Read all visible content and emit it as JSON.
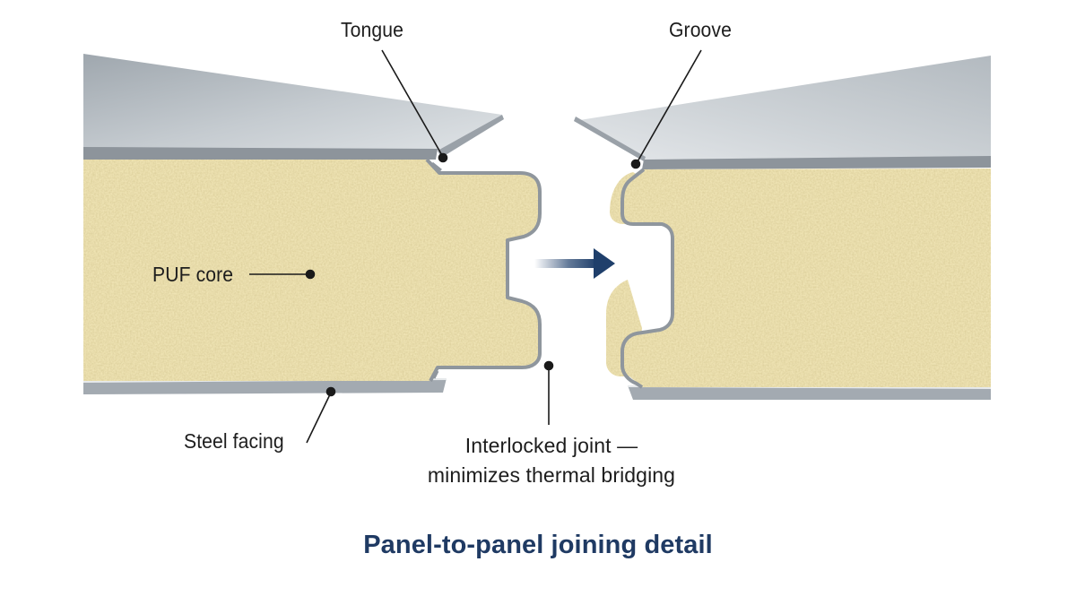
{
  "labels": {
    "tongue": "Tongue",
    "groove": "Groove",
    "core": "PUF core",
    "facing": "Steel facing",
    "joint_line1": "Interlocked joint —",
    "joint_line2": "minimizes thermal bridging"
  },
  "caption": "Panel-to-panel joining detail",
  "colors": {
    "foam": "#efe4b4",
    "steel_top": "#b8bec4",
    "steel_edge": "#8f969d",
    "arrow": "#1f3f6b",
    "caption": "#1f3a63",
    "leader": "#1a1a1a"
  },
  "icons": {
    "direction": "arrow-right-icon"
  }
}
